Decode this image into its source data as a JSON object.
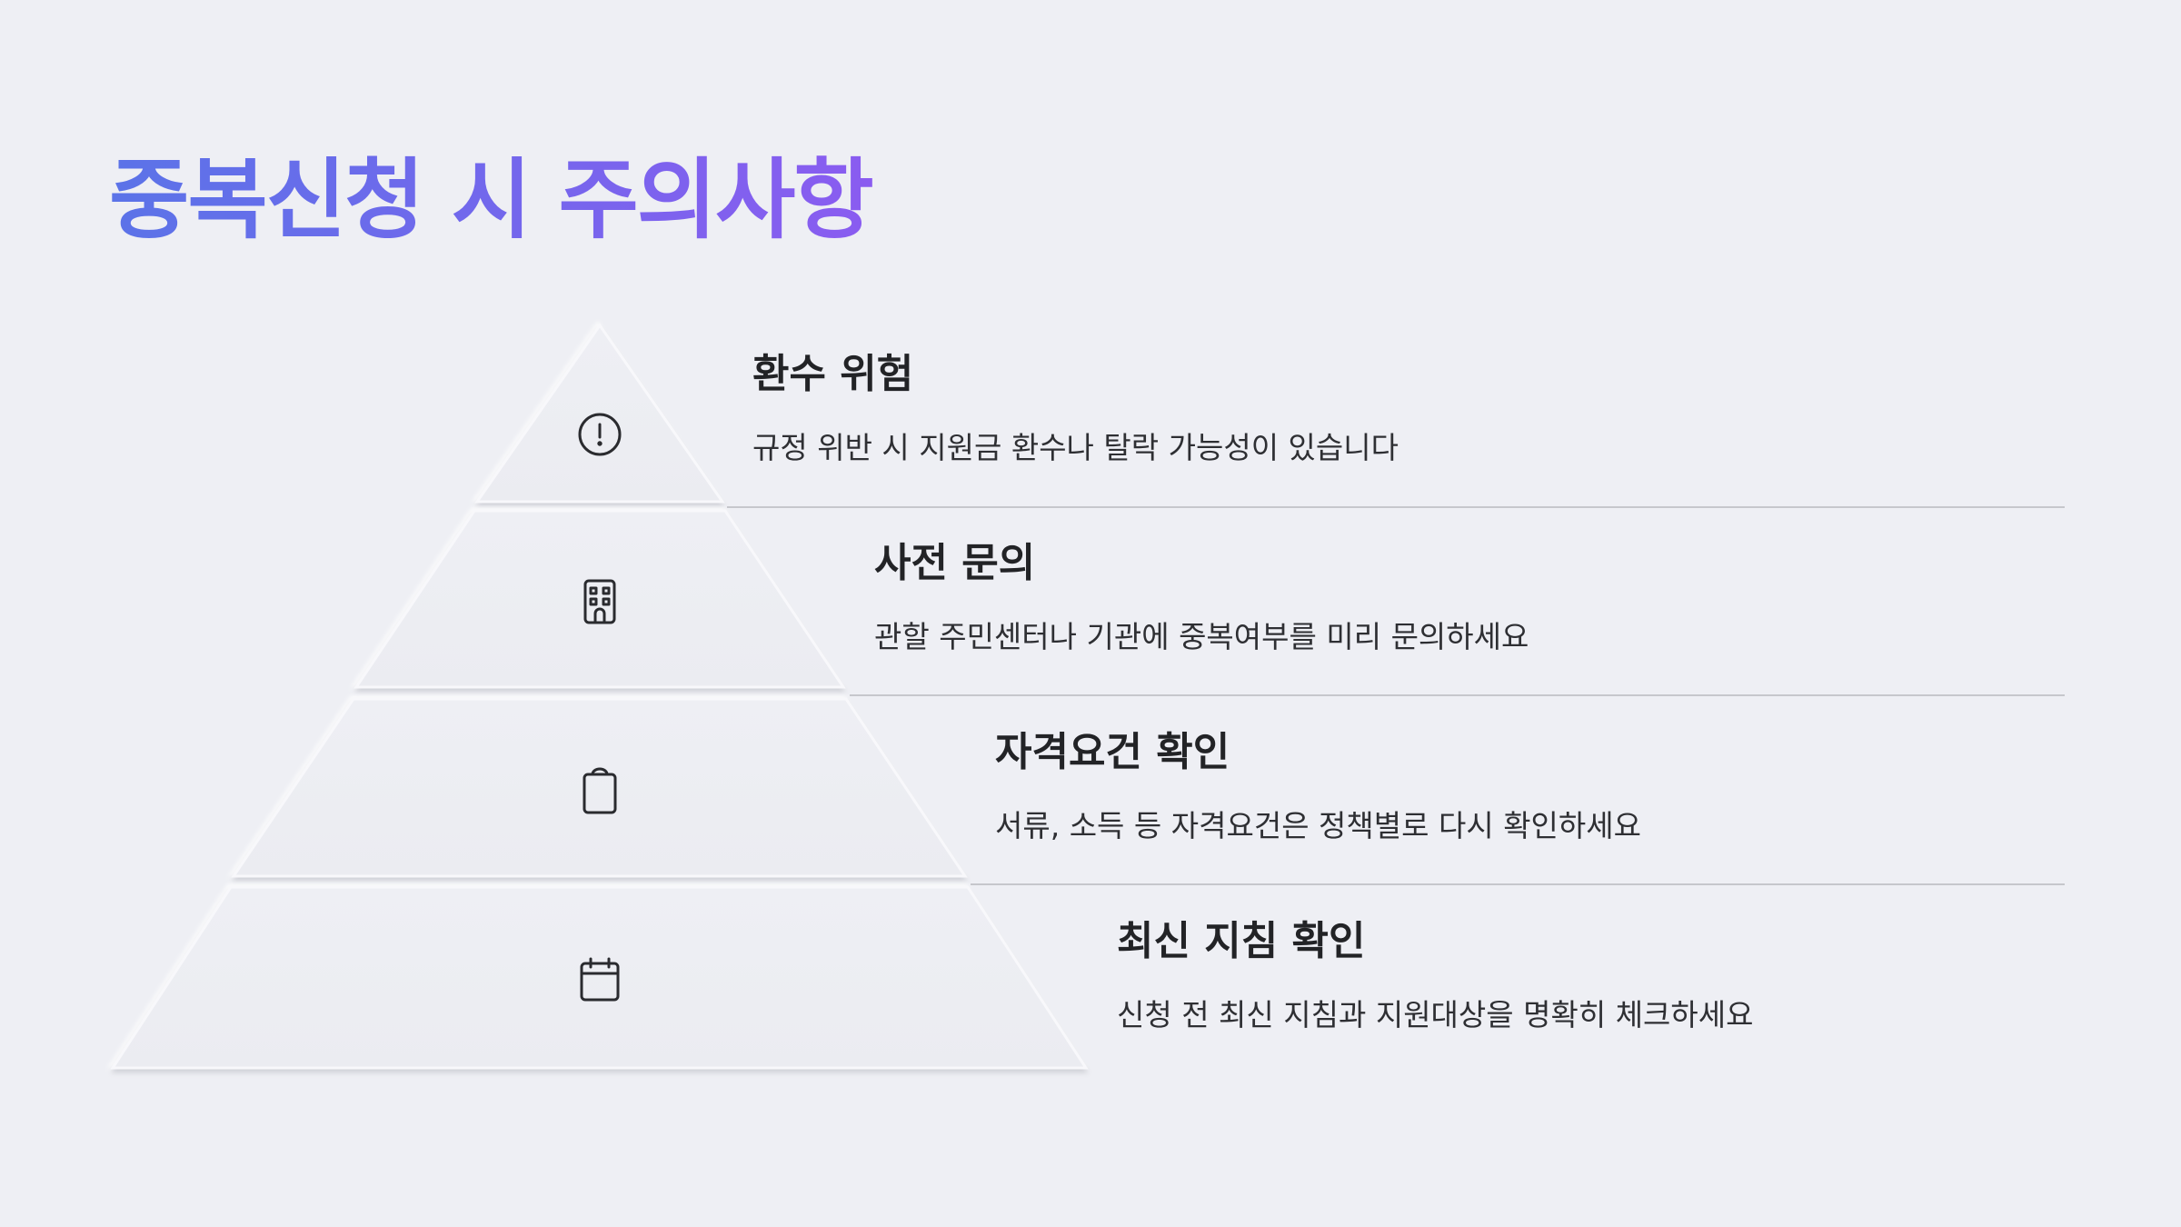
{
  "title": "중복신청 시 주의사항",
  "steps": [
    {
      "heading": "환수 위험",
      "description": "규정 위반 시 지원금 환수나 탈락 가능성이 있습니다",
      "icon": "alert-circle-icon"
    },
    {
      "heading": "사전 문의",
      "description": "관할 주민센터나 기관에 중복여부를 미리 문의하세요",
      "icon": "building-icon"
    },
    {
      "heading": "자격요건 확인",
      "description": "서류, 소득 등 자격요건은 정책별로 다시 확인하세요",
      "icon": "clipboard-icon"
    },
    {
      "heading": "최신 지침 확인",
      "description": "신청 전 최신 지침과 지원대상을 명확히 체크하세요",
      "icon": "calendar-icon"
    }
  ],
  "colors": {
    "background": "#eeeff4",
    "title_gradient_start": "#5b73e8",
    "title_gradient_end": "#8a5cf0",
    "text": "#222326",
    "divider": "#c6c7cc"
  }
}
